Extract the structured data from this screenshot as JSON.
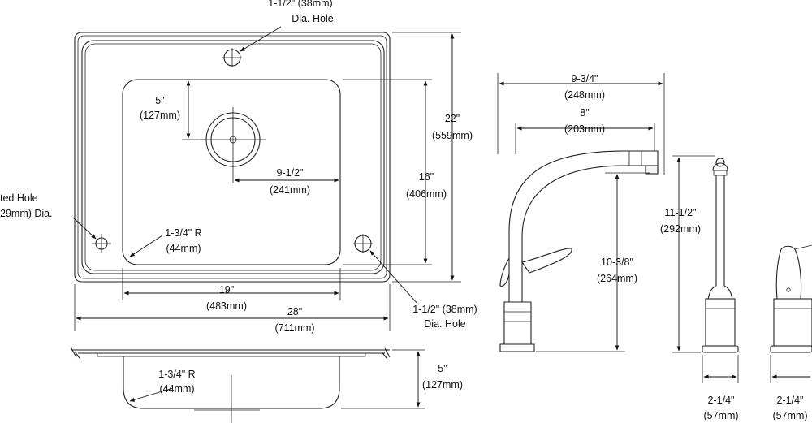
{
  "top_view": {
    "faucet_hole_top": {
      "line1": "1-1/2\" (38mm)",
      "line2": "Dia. Hole"
    },
    "drain_offset": {
      "line1": "5\"",
      "line2": "(127mm)"
    },
    "drain_to_side": {
      "line1": "9-1/2\"",
      "line2": "(241mm)"
    },
    "corner_radius": {
      "line1": "1-3/4\" R",
      "line2": "(44mm)"
    },
    "bowl_width": {
      "line1": "19\"",
      "line2": "(483mm)"
    },
    "overall_width": {
      "line1": "28\"",
      "line2": "(711mm)"
    },
    "bowl_depth": {
      "line1": "16\"",
      "line2": "(406mm)"
    },
    "overall_depth": {
      "line1": "22\"",
      "line2": "(559mm)"
    },
    "side_hole": {
      "line1": "1-1/2\" (38mm)",
      "line2": "Dia. Hole"
    },
    "knockout_hole": {
      "line1": "ted Hole",
      "line2": "29mm) Dia."
    }
  },
  "side_view": {
    "corner_radius": {
      "line1": "1-3/4\" R",
      "line2": "(44mm)"
    },
    "bowl_height": {
      "line1": "5\"",
      "line2": "(127mm)"
    }
  },
  "faucet_view": {
    "reach": {
      "line1": "9-3/4\"",
      "line2": "(248mm)"
    },
    "spout_reach": {
      "line1": "8\"",
      "line2": "(203mm)"
    },
    "spout_height": {
      "line1": "10-3/8\"",
      "line2": "(264mm)"
    }
  },
  "sprayer_view": {
    "height": {
      "line1": "11-1/2\"",
      "line2": "(292mm)"
    },
    "base_width": {
      "line1": "2-1/4\"",
      "line2": "(57mm)"
    }
  },
  "handle_view": {
    "base_width": {
      "line1": "2-1/4\"",
      "line2": "(57mm)"
    }
  }
}
